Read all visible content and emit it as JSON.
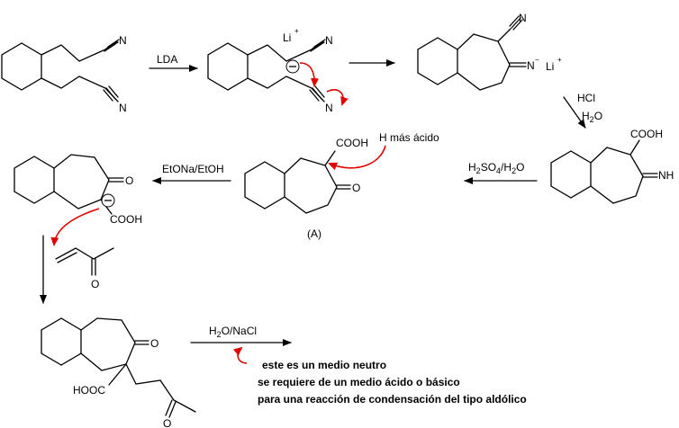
{
  "labels": {
    "lda": "LDA",
    "li": "Li",
    "plus": "+",
    "minus_sign": "−",
    "n": "N",
    "hcl": "HCl",
    "h": "H",
    "o": "O",
    "two": "2",
    "four": "4",
    "so": "SO",
    "slash": "/",
    "cooh": "COOH",
    "hooc": "HOOC",
    "nh": "NH",
    "h_mas_acido": "H más ácido",
    "a_label": "(A)",
    "etona": "EtONa/EtOH",
    "nacl": "O/NaCl"
  },
  "notes": {
    "line1": "este es un medio neutro",
    "line2": "se requiere de un medio ácido o básico",
    "line3": "para una reacción de condensación del tipo aldólico"
  }
}
